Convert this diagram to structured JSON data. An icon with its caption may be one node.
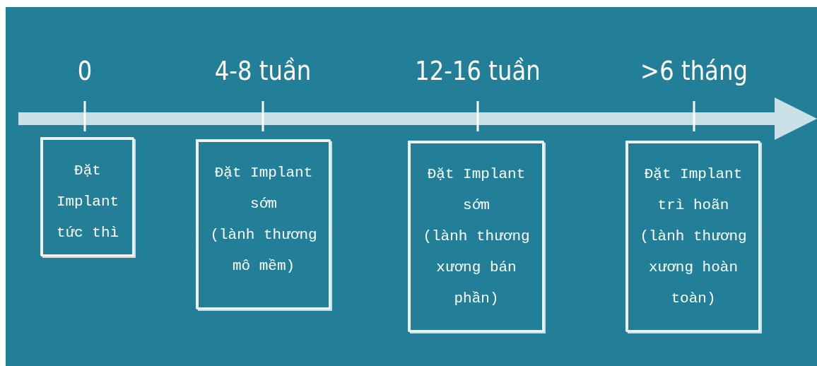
{
  "diagram": {
    "nodes": [
      {
        "text": [
          "Đặt Implant tức thì"
        ]
      },
      {
        "text": [
          "Đặt Implant sớm",
          "(lành thương mô mềm)"
        ]
      },
      {
        "text": [
          "Đặt Implant sớm",
          "(lành thương xương bán phần)"
        ]
      },
      {
        "text": [
          "Đặt Implant trì hoãn",
          "(lành thương xương hoàn toàn)"
        ]
      }
    ],
    "edges": [],
    "labels": [
      "0",
      "4-8 tuần",
      "12-16 tuần",
      ">6 tháng"
    ]
  }
}
